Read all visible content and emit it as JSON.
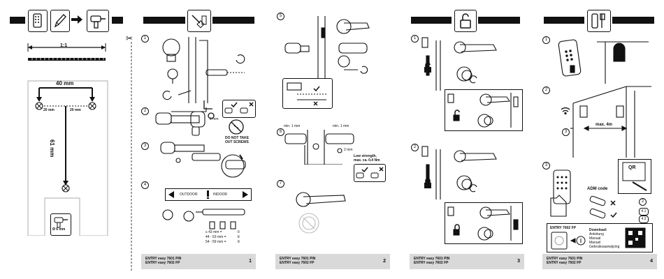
{
  "panel0": {
    "scale": "1:1",
    "dim_horizontal": "40 mm",
    "dim_left": "20 mm",
    "dim_right": "20 mm",
    "dim_vertical": "61 mm",
    "drill": "Ø 6 mm"
  },
  "panel1": {
    "steps": [
      "1",
      "2",
      "3",
      "4"
    ],
    "do_not_take_out_screws": [
      "DO NOT TAKE",
      "OUT SCREWS"
    ],
    "two_mm": "2 mm",
    "outdoor": "OUTDOOR",
    "indoor": "INDOOR",
    "sizes": [
      "≤ 43 mm =",
      "44 - 53 mm =",
      "54 - 59 mm ="
    ],
    "size_steps": [
      "①",
      "②",
      "③"
    ],
    "footer_line1": "ENTRY easy 7601 PIN",
    "footer_line2": "ENTRY easy 7602 FP",
    "page": "1"
  },
  "panel2": {
    "steps": [
      "5",
      "6",
      "7"
    ],
    "min_left": "min. 1 mm",
    "min_right": "min. 1 mm",
    "two_mm": "2 mm",
    "strength": [
      "Low strength,",
      "max. ca. 0,4 Nm"
    ],
    "footer_line1": "ENTRY easy 7601 PIN",
    "footer_line2": "ENTRY easy 7602 FP",
    "page": "2"
  },
  "panel3": {
    "steps": [
      "1",
      "2"
    ],
    "footer_line1": "ENTRY easy 7601 PIN",
    "footer_line2": "ENTRY easy 7602 FP",
    "page": "3"
  },
  "panel4": {
    "steps": [
      "1",
      "2",
      "3"
    ],
    "distance": "max. 4m",
    "three": "3",
    "qr": "QR",
    "adm_code": "ADM code",
    "result_2": "2",
    "result_41": "4.1",
    "result_42": "4.2",
    "device_label": "ENTRY 7602 FP",
    "download_title": "Download:",
    "download_items": [
      "Anleitung",
      "Manual",
      "Manuel",
      "Gebruiksaanwijzing"
    ],
    "footer_line1": "ENTRY easy 7601 PIN",
    "footer_line2": "ENTRY easy 7602 FP",
    "page": "4"
  }
}
